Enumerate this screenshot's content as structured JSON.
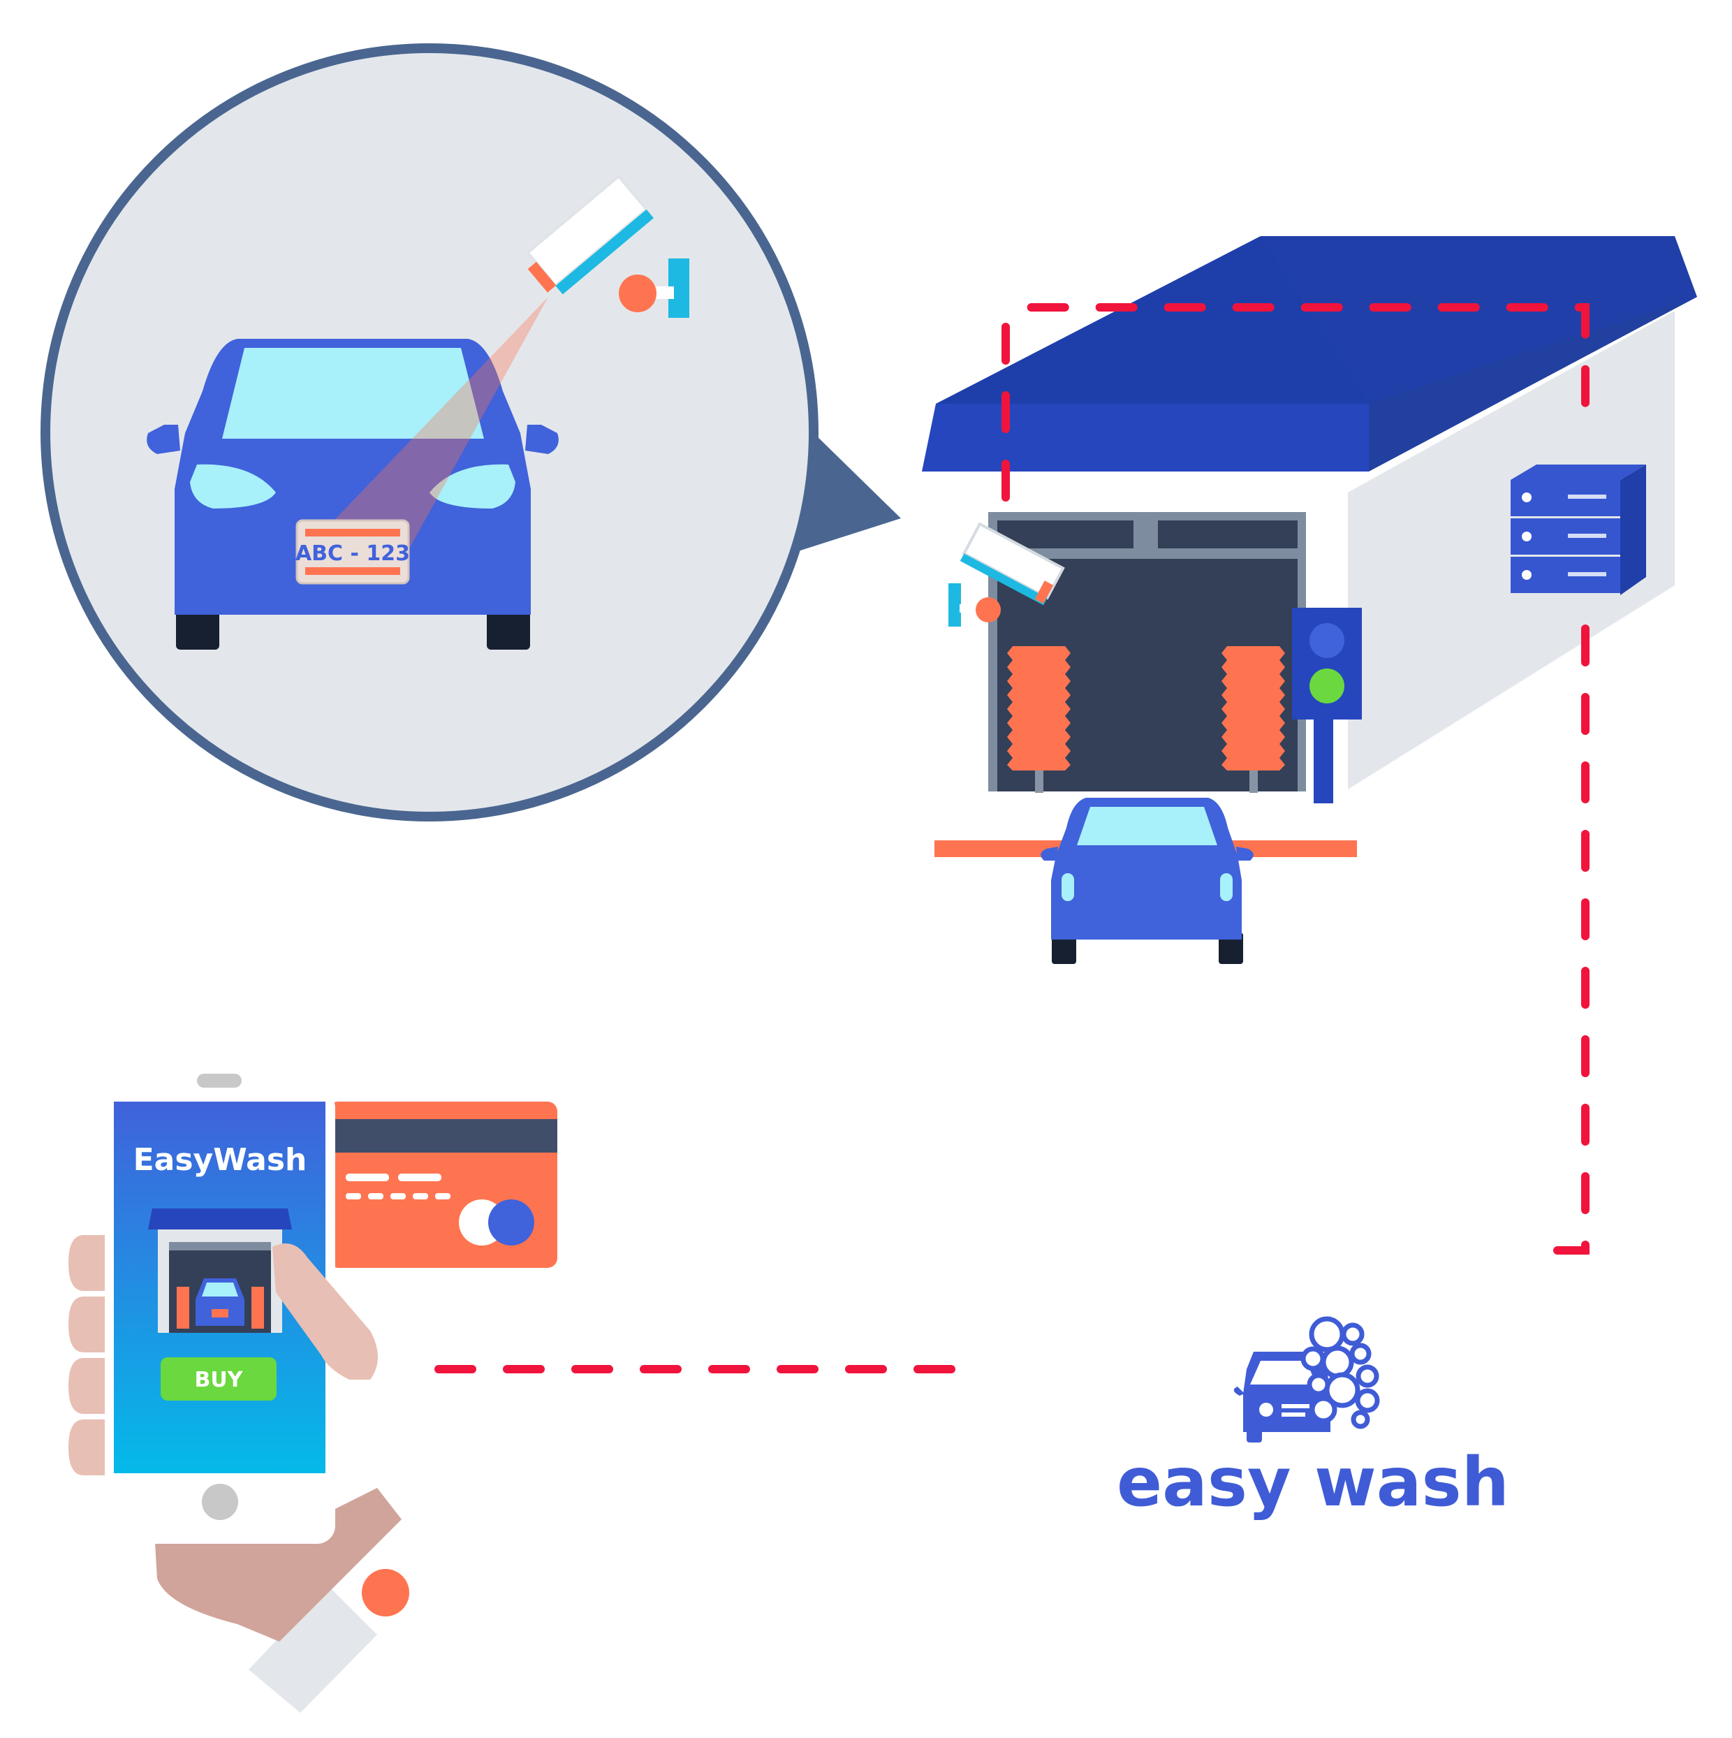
{
  "plate": {
    "text": "ABC - 123"
  },
  "phone_app": {
    "title": "EasyWash",
    "buy_label": "BUY"
  },
  "brand": {
    "name": "easy wash"
  },
  "colors": {
    "car_blue": "#4062DB",
    "roof_blue": "#2646BE",
    "accent_orange": "#FF7450",
    "link_red": "#F0143C",
    "bubble_gray": "#E3E7EB",
    "bubble_border": "#4A6690",
    "go_green": "#6AD83E",
    "glass_cyan": "#A8F0FA"
  },
  "icons": {
    "camera": "security-camera-icon",
    "server": "server-rack-icon",
    "light": "traffic-light-icon",
    "card": "credit-card-icon",
    "logo": "car-wash-logo-icon"
  }
}
